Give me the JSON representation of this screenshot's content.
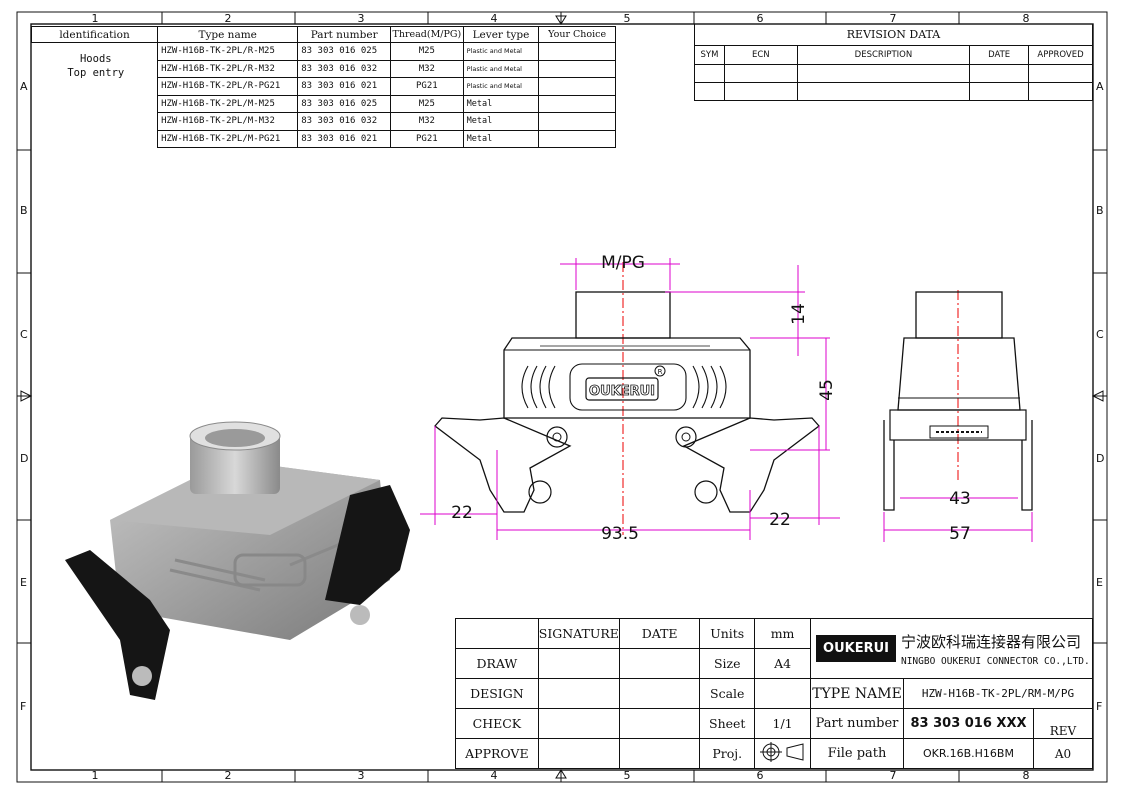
{
  "frame": {
    "col_numbers": [
      "1",
      "2",
      "3",
      "4",
      "5",
      "6",
      "7",
      "8"
    ],
    "row_letters": [
      "A",
      "B",
      "C",
      "D",
      "E",
      "F"
    ]
  },
  "parts_table": {
    "headers": [
      "ldentification",
      "Type name",
      "Part number",
      "Thread(M/PG)",
      "Lever type",
      "Your Choice"
    ],
    "identification_line1": "Hoods",
    "identification_line2": "Top entry",
    "rows": [
      {
        "type": "HZW-H16B-TK-2PL/R-M25",
        "part": "83 303 016 025",
        "thread": "M25",
        "lever": "Plastic and Metal",
        "choice": ""
      },
      {
        "type": "HZW-H16B-TK-2PL/R-M32",
        "part": "83 303 016 032",
        "thread": "M32",
        "lever": "Plastic and Metal",
        "choice": ""
      },
      {
        "type": "HZW-H16B-TK-2PL/R-PG21",
        "part": "83 303 016 021",
        "thread": "PG21",
        "lever": "Plastic and Metal",
        "choice": ""
      },
      {
        "type": "HZW-H16B-TK-2PL/M-M25",
        "part": "83 303 016 025",
        "thread": "M25",
        "lever": "Metal",
        "choice": ""
      },
      {
        "type": "HZW-H16B-TK-2PL/M-M32",
        "part": "83 303 016 032",
        "thread": "M32",
        "lever": "Metal",
        "choice": ""
      },
      {
        "type": "HZW-H16B-TK-2PL/M-PG21",
        "part": "83 303 016 021",
        "thread": "PG21",
        "lever": "Metal",
        "choice": ""
      }
    ]
  },
  "revision": {
    "title": "REVISION   DATA",
    "headers": [
      "SYM",
      "ECN",
      "DESCRIPTION",
      "DATE",
      "APPROVED"
    ]
  },
  "dimensions": {
    "thread_label": "M/PG",
    "h_top": "14",
    "h_total": "45",
    "w_left_lever": "22",
    "w_holes": "93.5",
    "w_right_lever": "22",
    "side_inner": "43",
    "side_outer": "57",
    "brand_on_part": "OUKERUI"
  },
  "title_block": {
    "signature": "SIGNATURE",
    "date": "DATE",
    "draw": "DRAW",
    "design": "DESIGN",
    "check": "CHECK",
    "approve": "APPROVE",
    "units_label": "Units",
    "units_value": "mm",
    "size_label": "Size",
    "size_value": "A4",
    "scale_label": "Scale",
    "scale_value": "",
    "sheet_label": "Sheet",
    "sheet_value": "1/1",
    "proj_label": "Proj.",
    "logo_text": "OUKERUI",
    "company_cn": "宁波欧科瑞连接器有限公司",
    "company_en": "NINGBO OUKERUI CONNECTOR CO.,LTD.",
    "type_name_label": "TYPE NAME",
    "type_name_value": "HZW-H16B-TK-2PL/RM-M/PG",
    "part_number_label": "Part number",
    "part_number_value": "83 303 016 XXX",
    "rev_label": "REV",
    "file_path_label": "File path",
    "file_path_value": "OKR.16B.H16BM",
    "rev_value": "A0"
  }
}
